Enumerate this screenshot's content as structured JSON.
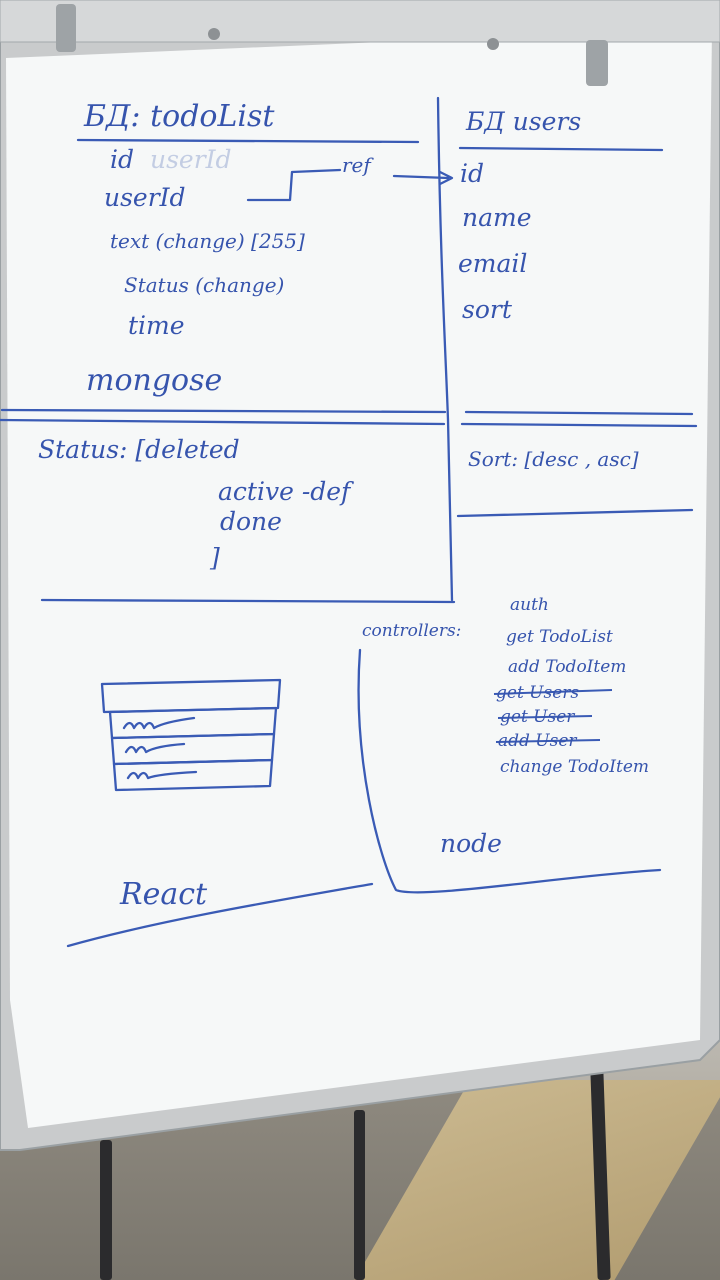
{
  "todo_table": {
    "title": "БД: todoList",
    "fields": [
      "id",
      "userId",
      "text (change) [255]",
      "Status (change)",
      "time"
    ],
    "ref_label": "ref",
    "footer": "mongose"
  },
  "users_table": {
    "title": "БД users",
    "fields": [
      "id",
      "name",
      "email",
      "sort"
    ]
  },
  "status_enum": {
    "label": "Status: [deleted",
    "values": [
      "active -def",
      "done"
    ],
    "close": "]"
  },
  "sort_enum": {
    "label": "Sort: [desc , asc]"
  },
  "controllers": {
    "label": "controllers:",
    "items": [
      {
        "text": "auth",
        "struck": false
      },
      {
        "text": "get TodoList",
        "struck": false
      },
      {
        "text": "add TodoItem",
        "struck": false
      },
      {
        "text": "get Users",
        "struck": true
      },
      {
        "text": "get User",
        "struck": true
      },
      {
        "text": "add User",
        "struck": true
      },
      {
        "text": "change TodoItem",
        "struck": false
      }
    ]
  },
  "frontend_label": "React",
  "backend_label": "node",
  "colors": {
    "marker": "#3a5bb5",
    "board": "#f6f8f8",
    "frame": "#c9cbcc",
    "easel": "#2b2b2d"
  }
}
